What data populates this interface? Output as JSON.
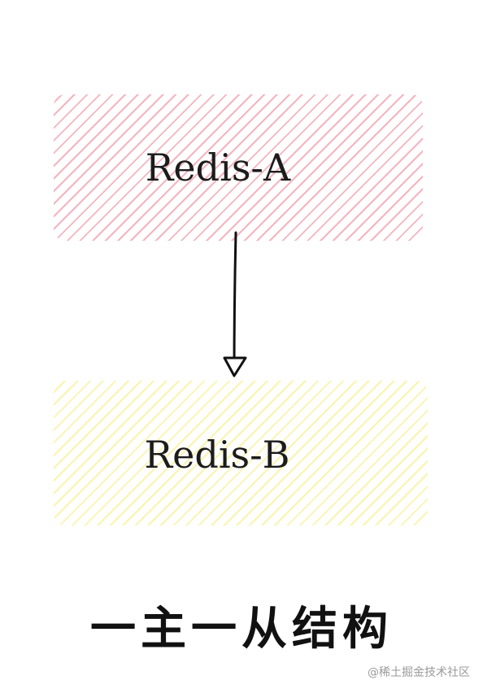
{
  "diagram": {
    "nodes": [
      {
        "id": "redis-a",
        "label": "Redis-A",
        "fill": "#ec788c"
      },
      {
        "id": "redis-b",
        "label": "Redis-B",
        "fill": "#f6ec78"
      }
    ],
    "edges": [
      {
        "from": "redis-a",
        "to": "redis-b"
      }
    ],
    "caption": "一主一从结构"
  },
  "watermark": "@稀土掘金技术社区"
}
